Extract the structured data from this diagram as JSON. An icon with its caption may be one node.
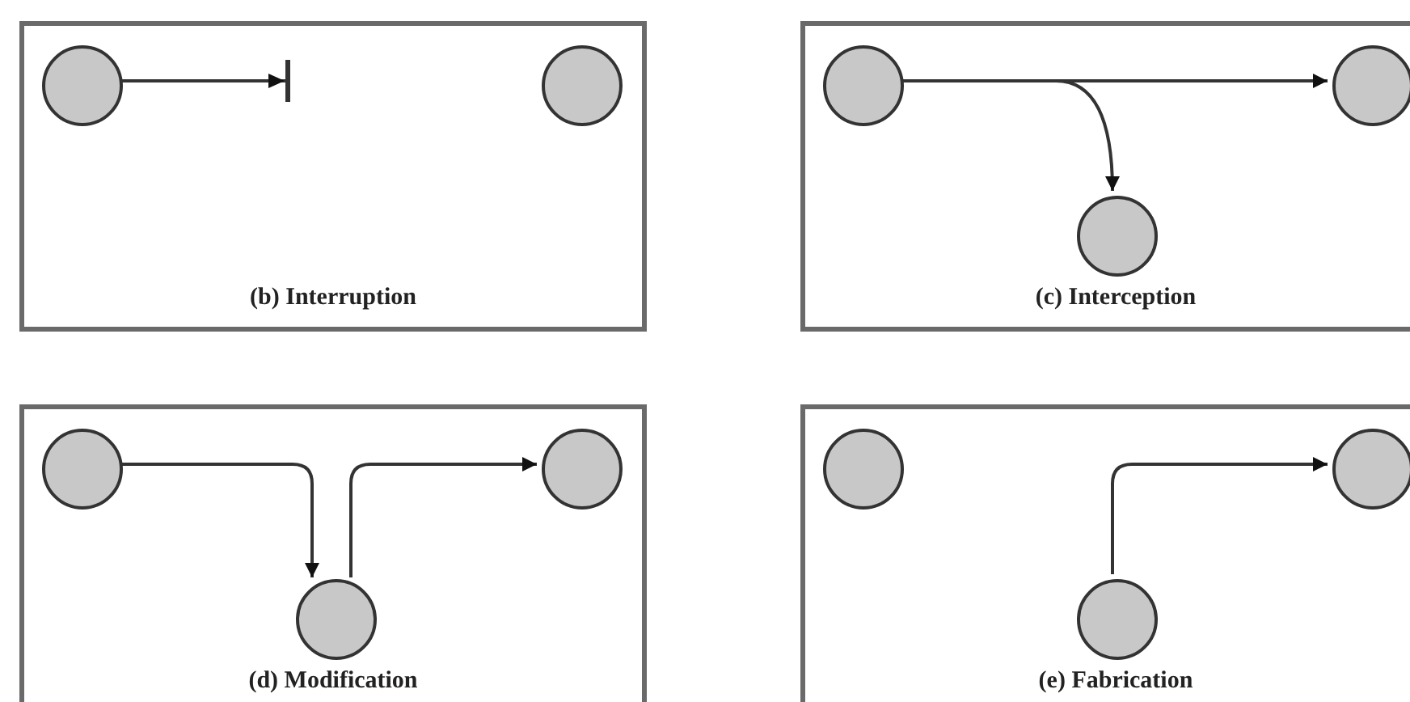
{
  "diagram": {
    "nodes": [
      {
        "text": [
          "(b) Interruption"
        ]
      },
      {
        "text": [],
        "shape": "circle",
        "in": 0
      },
      {
        "text": [],
        "shape": "circle",
        "in": 0
      },
      {
        "text": [
          "(c) Interception"
        ]
      },
      {
        "text": [],
        "shape": "circle",
        "in": 3
      },
      {
        "text": [],
        "shape": "circle",
        "in": 3
      },
      {
        "text": [],
        "shape": "circle",
        "in": 3
      },
      {
        "text": [
          "(d) Modification"
        ]
      },
      {
        "text": [],
        "shape": "circle",
        "in": 7
      },
      {
        "text": [],
        "shape": "circle",
        "in": 7
      },
      {
        "text": [],
        "shape": "circle",
        "in": 7
      },
      {
        "text": [
          "(e) Fabrication"
        ]
      },
      {
        "text": [],
        "shape": "circle",
        "in": 11
      },
      {
        "text": [],
        "shape": "circle",
        "in": 11
      },
      {
        "text": [],
        "shape": "circle",
        "in": 11
      }
    ],
    "edges": [
      {
        "from": 1,
        "to": null,
        "arrow": "to"
      },
      {
        "from": 4,
        "to": 5,
        "arrow": "to"
      },
      {
        "from": 4,
        "to": 6,
        "arrow": "to"
      },
      {
        "from": 8,
        "to": 10,
        "arrow": "to"
      },
      {
        "from": 10,
        "to": 9,
        "arrow": "to"
      },
      {
        "from": 14,
        "to": 13,
        "arrow": "to"
      }
    ]
  }
}
